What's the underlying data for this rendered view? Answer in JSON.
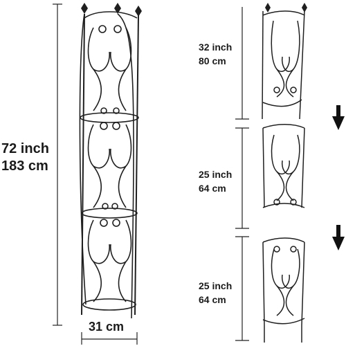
{
  "total_height": {
    "imperial": "72 inch",
    "metric": "183 cm"
  },
  "width": {
    "label": "31 cm"
  },
  "segments": [
    {
      "imperial": "32 inch",
      "metric": "80 cm"
    },
    {
      "imperial": "25 inch",
      "metric": "64 cm"
    },
    {
      "imperial": "25 inch",
      "metric": "64 cm"
    }
  ],
  "colors": {
    "metal": "#1f1f1f",
    "dimension_line": "#222222",
    "text": "#1a1a1a"
  },
  "icons": [
    "arrow-down-icon",
    "arrow-down-icon"
  ]
}
